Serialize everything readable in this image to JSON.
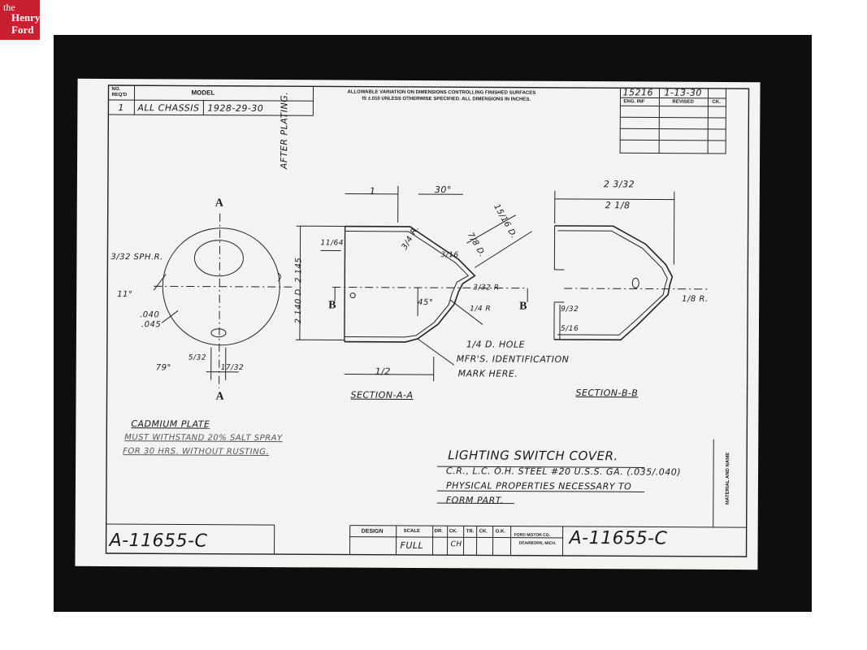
{
  "logo": {
    "the": "the",
    "henry": "Henry",
    "ford": "Ford"
  },
  "header": {
    "no_reqd": "NO. REQ'D",
    "model_label": "MODEL",
    "qty": "1",
    "model": "ALL CHASSIS",
    "years": "1928-29-30",
    "tolerance_line1": "ALLOWABLE VARIATION ON DIMENSIONS CONTROLLING FINISHED SURFACES",
    "tolerance_line2": "IS ±.010 UNLESS OTHERWISE SPECIFIED.  ALL DIMENSIONS IN INCHES."
  },
  "revision": {
    "eng_no": "15216",
    "date": "1-13-30",
    "eng_inf": "ENG. INF",
    "revised": "REVISED",
    "ck": "CK."
  },
  "drawing": {
    "after_plating": "AFTER PLATING.",
    "label_a_top": "A",
    "label_a_bottom": "A",
    "label_b_left": "B",
    "label_b_right": "B",
    "sph_r": "3/32 SPH.R.",
    "angle_11": "11°",
    "dim_040": ".040",
    "dim_045": ".045",
    "angle_79": "79°",
    "dim_5_32": "5/32",
    "dim_17_32": "17/32",
    "dim_diameter": "2.140 D. 2.145",
    "dim_1": "1",
    "dim_30deg": "30°",
    "dim_11_64": "11/64",
    "dim_3_4r": "3/4 R.",
    "dim_3_16": "3/16",
    "dim_7_8d": "7/8 D.",
    "dim_15_16d": "15/16 D.",
    "dim_3_32_r": "3/32 R",
    "dim_45": "45°",
    "dim_1_4r": "1/4 R",
    "dim_1_2": "1/2",
    "dim_2_3_32": "2 3/32",
    "dim_2_1_8": "2 1/8",
    "dim_9_32": "9/32",
    "dim_5_16": "5/16",
    "dim_1_8r": "1/8 R.",
    "note_hole": "1/4 D. HOLE",
    "note_mfr": "MFR'S. IDENTIFICATION",
    "note_mark": "MARK HERE.",
    "section_aa": "SECTION-A-A",
    "section_bb": "SECTION-B-B"
  },
  "notes": {
    "line1": "CADMIUM PLATE",
    "line2": "MUST WITHSTAND 20% SALT SPRAY",
    "line3": "FOR 30 HRS. WITHOUT RUSTING."
  },
  "title_block": {
    "part_name": "LIGHTING SWITCH COVER.",
    "material_line1": "C.R., L.C. O.H. STEEL  #20 U.S.S. GA. (.035/.040)",
    "material_line2": "PHYSICAL PROPERTIES NECESSARY TO",
    "material_line3": "FORM PART.",
    "material_and_name": "MATERIAL AND NAME",
    "drawing_no_left": "A-11655-C",
    "drawing_no_right": "A-11655-C",
    "design": "DESIGN",
    "scale": "SCALE",
    "scale_value": "FULL",
    "dr": "DR.",
    "ck": "CK.",
    "tr": "TR.",
    "ck2": "CK.",
    "ok": "O.K.",
    "company_line1": "FORD MOTOR CO.",
    "company_line2": "DEARBORN, MICH.",
    "initials": "CH"
  }
}
